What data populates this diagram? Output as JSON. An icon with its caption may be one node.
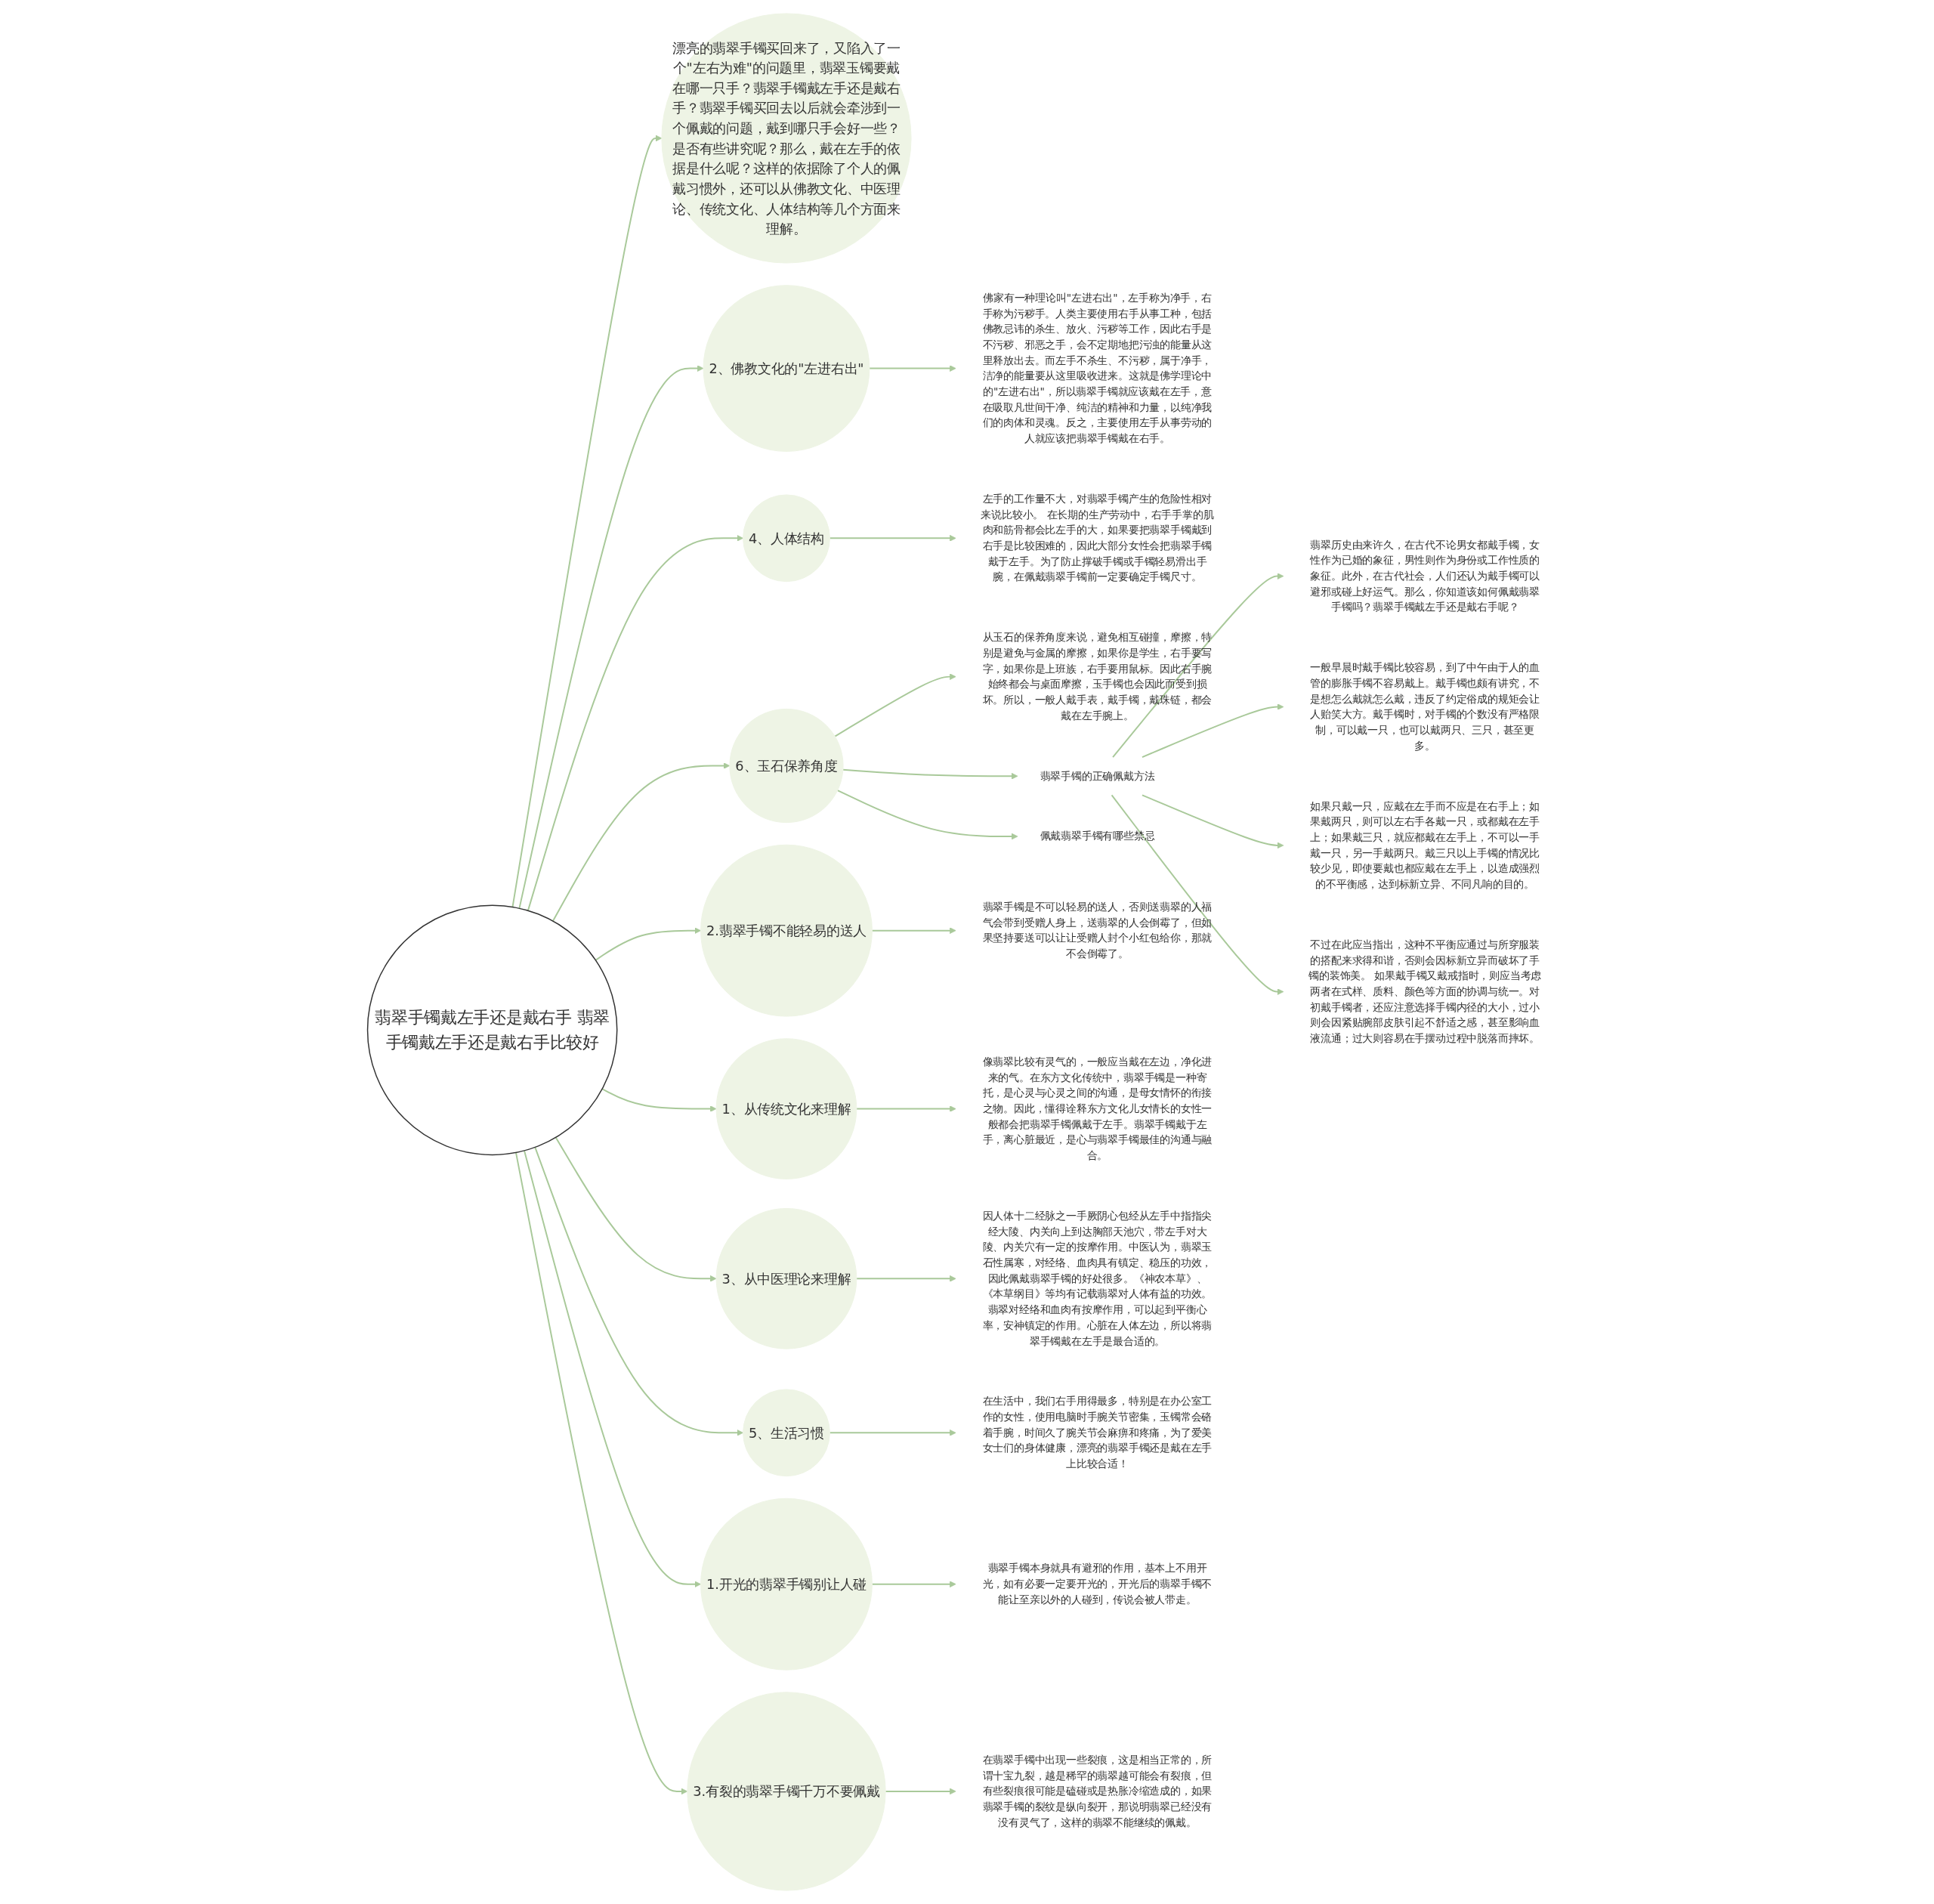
{
  "diagram": {
    "nodes": [
      {
        "text": [
          "翡翠手镯戴左手还是戴右手 翡翠手镯戴左手还是戴右手比较好"
        ]
      },
      {
        "text": [
          "漂亮的翡翠手镯买回来了，又陷入了一个\"左右为难\"的问题里，翡翠玉镯要戴在哪一只手？翡翠手镯戴左手还是戴右手？翡翠手镯买回去以后就会牵涉到一个佩戴的问题，戴到哪只手会好一些？是否有些讲究呢？那么，戴在左手的依据是什么呢？这样的依据除了个人的佩戴习惯外，还可以从佛教文化、中医理论、传统文化、人体结构等几个方面来理解。"
        ]
      },
      {
        "text": [
          "2、佛教文化的\"左进右出\""
        ]
      },
      {
        "text": [
          "佛家有一种理论叫\"左进右出\"，左手称为净手，右手称为污秽手。人类主要使用右手从事工种，包括佛教忌讳的杀生、放火、污秽等工作，因此右手是不污秽、邪恶之手，会不定期地把污浊的能量从这里释放出去。而左手不杀生、不污秽，属于净手，洁净的能量要从这里吸收进来。这就是佛学理论中的\"左进右出\"，所以翡翠手镯就应该戴在左手，意在吸取凡世间干净、纯洁的精神和力量，以纯净我们的肉体和灵魂。反之，主要使用左手从事劳动的人就应该把翡翠手镯戴在右手。"
        ]
      },
      {
        "text": [
          "4、人体结构"
        ]
      },
      {
        "text": [
          "左手的工作量不大，对翡翠手镯产生的危险性相对来说比较小。 在长期的生产劳动中，右手手掌的肌肉和筋骨都会比左手的大，如果要把翡翠手镯戴到右手是比较困难的，因此大部分女性会把翡翠手镯戴于左手。为了防止撑破手镯或手镯轻易滑出手腕，在佩戴翡翠手镯前一定要确定手镯尺寸。"
        ]
      },
      {
        "text": [
          "6、玉石保养角度"
        ]
      },
      {
        "text": [
          "从玉石的保养角度来说，避免相互碰撞，摩擦，特别是避免与金属的摩擦，如果你是学生，右手要写字，如果你是上班族，右手要用鼠标。因此右手腕始终都会与桌面摩擦，玉手镯也会因此而受到损坏。所以，一般人戴手表，戴手镯，戴珠链，都会戴在左手腕上。"
        ]
      },
      {
        "text": [
          "翡翠手镯的正确佩戴方法"
        ]
      },
      {
        "text": [
          "翡翠历史由来许久，在古代不论男女都戴手镯，女性作为已婚的象征，男性则作为身份或工作性质的象征。此外，在古代社会，人们还认为戴手镯可以避邪或碰上好运气。那么，你知道该如何佩戴翡翠手镯吗？翡翠手镯戴左手还是戴右手呢？"
        ]
      },
      {
        "text": [
          "一般早晨时戴手镯比较容易，到了中午由于人的血管的膨胀手镯不容易戴上。戴手镯也颇有讲究，不是想怎么戴就怎么戴，违反了约定俗成的规矩会让人贻笑大方。戴手镯时，对手镯的个数没有严格限制，可以戴一只，也可以戴两只、三只，甚至更多。"
        ]
      },
      {
        "text": [
          "如果只戴一只，应戴在左手而不应是在右手上；如果戴两只，则可以左右手各戴一只，或都戴在左手上；如果戴三只，就应都戴在左手上，不可以一手戴一只，另一手戴两只。戴三只以上手镯的情况比较少见，即使要戴也都应戴在左手上，以造成强烈的不平衡感，达到标新立异、不同凡响的目的。"
        ]
      },
      {
        "text": [
          "不过在此应当指出，这种不平衡应通过与所穿服装的搭配来求得和谐，否则会因标新立异而破坏了手镯的装饰美。 如果戴手镯又戴戒指时，则应当考虑两者在式样、质料、颜色等方面的协调与统一。对初戴手镯者，还应注意选择手镯内径的大小，过小则会因紧贴腕部皮肤引起不舒适之感，甚至影响血液流通；过大则容易在手摆动过程中脱落而摔坏。"
        ]
      },
      {
        "text": [
          "佩戴翡翠手镯有哪些禁忌"
        ]
      },
      {
        "text": [
          "2.翡翠手镯不能轻易的送人"
        ]
      },
      {
        "text": [
          "翡翠手镯是不可以轻易的送人，否则送翡翠的人福气会带到受赠人身上，送翡翠的人会倒霉了，但如果坚持要送可以让让受赠人封个小红包给你，那就不会倒霉了。"
        ]
      },
      {
        "text": [
          "1、从传统文化来理解"
        ]
      },
      {
        "text": [
          "像翡翠比较有灵气的，一般应当戴在左边，净化进来的气。在东方文化传统中，翡翠手镯是一种寄托，是心灵与心灵之间的沟通，是母女情怀的衔接之物。因此，懂得诠释东方文化儿女情长的女性一般都会把翡翠手镯佩戴于左手。翡翠手镯戴于左手，离心脏最近，是心与翡翠手镯最佳的沟通与融合。"
        ]
      },
      {
        "text": [
          "3、从中医理论来理解"
        ]
      },
      {
        "text": [
          "因人体十二经脉之一手厥阴心包经从左手中指指尖经大陵、内关向上到达胸部天池穴，带左手对大陵、内关穴有一定的按摩作用。中医认为，翡翠玉石性属寒，对经络、血肉具有镇定、稳压的功效，因此佩戴翡翠手镯的好处很多。《神农本草》、《本草纲目》等均有记载翡翠对人体有益的功效。翡翠对经络和血肉有按摩作用，可以起到平衡心率，安神镇定的作用。心脏在人体左边，所以将翡翠手镯戴在左手是最合适的。"
        ]
      },
      {
        "text": [
          "5、生活习惯"
        ]
      },
      {
        "text": [
          "在生活中，我们右手用得最多，特别是在办公室工作的女性，使用电脑时手腕关节密集，玉镯常会硌着手腕，时间久了腕关节会麻痹和疼痛，为了爱美女士们的身体健康，漂亮的翡翠手镯还是戴在左手上比较合适！"
        ]
      },
      {
        "text": [
          "1.开光的翡翠手镯别让人碰"
        ]
      },
      {
        "text": [
          "翡翠手镯本身就具有避邪的作用，基本上不用开光，如有必要一定要开光的，开光后的翡翠手镯不能让至亲以外的人碰到，传说会被人带走。"
        ]
      },
      {
        "text": [
          "3.有裂的翡翠手镯千万不要佩戴"
        ]
      },
      {
        "text": [
          "在翡翠手镯中出现一些裂痕，这是相当正常的，所谓十宝九裂，越是稀罕的翡翠越可能会有裂痕，但有些裂痕很可能是磕碰或是热胀冷缩造成的，如果翡翠手镯的裂纹是纵向裂开，那说明翡翠已经没有没有灵气了，这样的翡翠不能继续的佩戴。"
        ]
      }
    ],
    "edges": [
      {
        "from": 0,
        "to": 1,
        "arrow": "to"
      },
      {
        "from": 0,
        "to": 2,
        "arrow": "to"
      },
      {
        "from": 2,
        "to": 3,
        "arrow": "to"
      },
      {
        "from": 0,
        "to": 4,
        "arrow": "to"
      },
      {
        "from": 4,
        "to": 5,
        "arrow": "to"
      },
      {
        "from": 0,
        "to": 6,
        "arrow": "to"
      },
      {
        "from": 6,
        "to": 7,
        "arrow": "to"
      },
      {
        "from": 6,
        "to": 8,
        "arrow": "to"
      },
      {
        "from": 8,
        "to": 9,
        "arrow": "to"
      },
      {
        "from": 8,
        "to": 10,
        "arrow": "to"
      },
      {
        "from": 8,
        "to": 11,
        "arrow": "to"
      },
      {
        "from": 8,
        "to": 12,
        "arrow": "to"
      },
      {
        "from": 6,
        "to": 13,
        "arrow": "to"
      },
      {
        "from": 0,
        "to": 14,
        "arrow": "to"
      },
      {
        "from": 14,
        "to": 15,
        "arrow": "to"
      },
      {
        "from": 0,
        "to": 16,
        "arrow": "to"
      },
      {
        "from": 16,
        "to": 17,
        "arrow": "to"
      },
      {
        "from": 0,
        "to": 18,
        "arrow": "to"
      },
      {
        "from": 18,
        "to": 19,
        "arrow": "to"
      },
      {
        "from": 0,
        "to": 20,
        "arrow": "to"
      },
      {
        "from": 20,
        "to": 21,
        "arrow": "to"
      },
      {
        "from": 0,
        "to": 22,
        "arrow": "to"
      },
      {
        "from": 22,
        "to": 23,
        "arrow": "to"
      },
      {
        "from": 0,
        "to": 24,
        "arrow": "to"
      },
      {
        "from": 24,
        "to": 25,
        "arrow": "to"
      }
    ]
  }
}
